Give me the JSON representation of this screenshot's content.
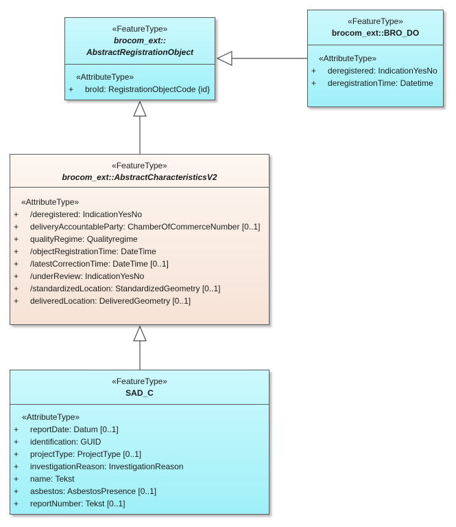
{
  "boxes": {
    "abstract_registration_object": {
      "stereotype": "«FeatureType»",
      "name_line1": "brocom_ext::",
      "name_line2": "AbstractRegistrationObject",
      "attr_stereotype": "«AttributeType»",
      "attributes": [
        {
          "vis": "+",
          "text": "broId: RegistrationObjectCode {id}"
        }
      ]
    },
    "bro_do": {
      "stereotype": "«FeatureType»",
      "name": "brocom_ext::BRO_DO",
      "attr_stereotype": "«AttributeType»",
      "attributes": [
        {
          "vis": "+",
          "text": "deregistered: IndicationYesNo"
        },
        {
          "vis": "+",
          "text": "deregistrationTime: Datetime"
        }
      ]
    },
    "abstract_characteristics": {
      "stereotype": "«FeatureType»",
      "name": "brocom_ext::AbstractCharacteristicsV2",
      "attr_stereotype": "«AttributeType»",
      "attributes": [
        {
          "vis": "+",
          "text": "/deregistered: IndicationYesNo"
        },
        {
          "vis": "+",
          "text": "deliveryAccountableParty: ChamberOfCommerceNumber [0..1]"
        },
        {
          "vis": "+",
          "text": "qualityRegime: Qualityregime"
        },
        {
          "vis": "+",
          "text": "/objectRegistrationTime: DateTime"
        },
        {
          "vis": "+",
          "text": "/latestCorrectionTime: DateTime [0..1]"
        },
        {
          "vis": "+",
          "text": "/underReview: IndicationYesNo"
        },
        {
          "vis": "+",
          "text": "/standardizedLocation: StandardizedGeometry [0..1]"
        },
        {
          "vis": "+",
          "text": "deliveredLocation: DeliveredGeometry [0..1]"
        }
      ]
    },
    "sad_c": {
      "stereotype": "«FeatureType»",
      "name": "SAD_C",
      "attr_stereotype": "«AttributeType»",
      "attributes": [
        {
          "vis": "+",
          "text": "reportDate: Datum [0..1]"
        },
        {
          "vis": "+",
          "text": "identification: GUID"
        },
        {
          "vis": "+",
          "text": "projectType: ProjectType [0..1]"
        },
        {
          "vis": "+",
          "text": "investigationReason: InvestigationReason"
        },
        {
          "vis": "+",
          "text": "name: Tekst"
        },
        {
          "vis": "+",
          "text": "asbestos: AsbestosPresence [0..1]"
        },
        {
          "vis": "+",
          "text": "reportNumber: Tekst [0..1]"
        }
      ]
    }
  },
  "colors": {
    "feature_fill": "#a8f2f8",
    "abstract_fill": "#f8e6da",
    "border": "#5a5a5a"
  }
}
